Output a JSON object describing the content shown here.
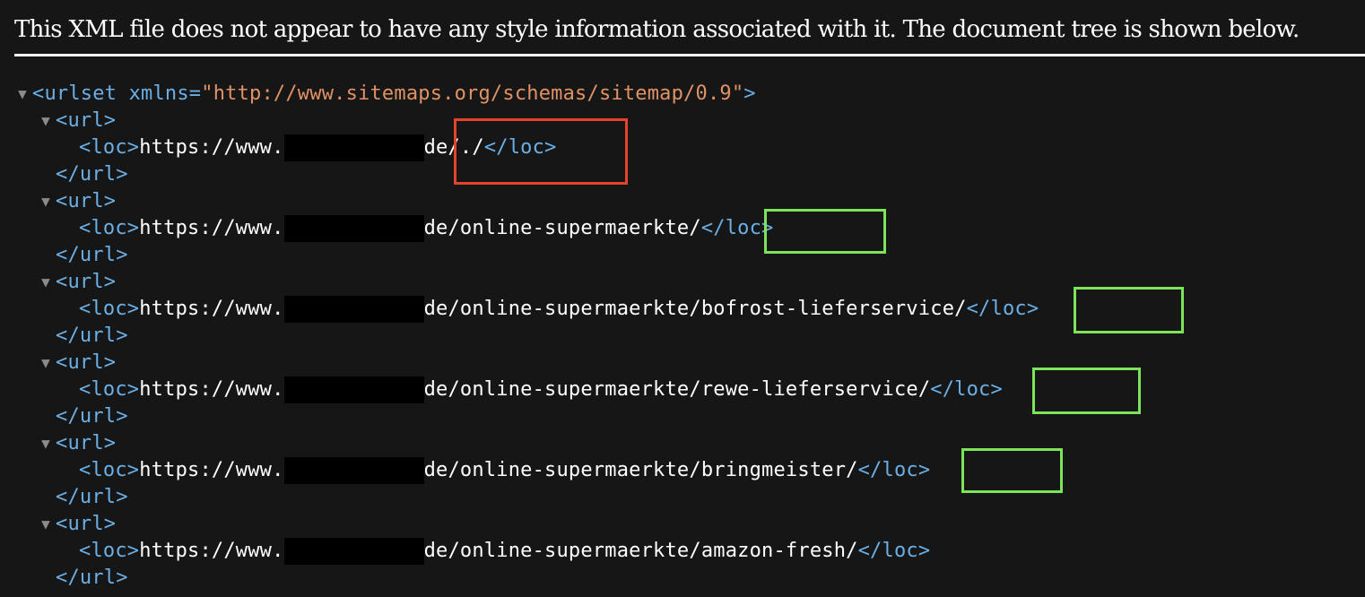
{
  "header": {
    "message": "This XML file does not appear to have any style information associated with it. The document tree is shown below."
  },
  "tree": {
    "urlset_open_prefix": "<urlset",
    "urlset_attr_name": " xmlns=",
    "urlset_attr_value": "\"http://www.sitemaps.org/schemas/sitemap/0.9\"",
    "urlset_open_suffix": ">",
    "url_open": "<url>",
    "url_close": "</url>",
    "loc_open": "<loc>",
    "loc_close": "</loc>",
    "url_prefix": "https://www.",
    "toggle_glyph": "▼",
    "items": [
      {
        "path": "de/./"
      },
      {
        "path": "de/online-supermaerkte/"
      },
      {
        "path": "de/online-supermaerkte/bofrost-lieferservice/"
      },
      {
        "path": "de/online-supermaerkte/rewe-lieferservice/"
      },
      {
        "path": "de/online-supermaerkte/bringmeister/"
      },
      {
        "path": "de/online-supermaerkte/amazon-fresh/"
      }
    ]
  },
  "annotations": {
    "highlight_red": "#e2432a",
    "highlight_green": "#7ce458"
  }
}
